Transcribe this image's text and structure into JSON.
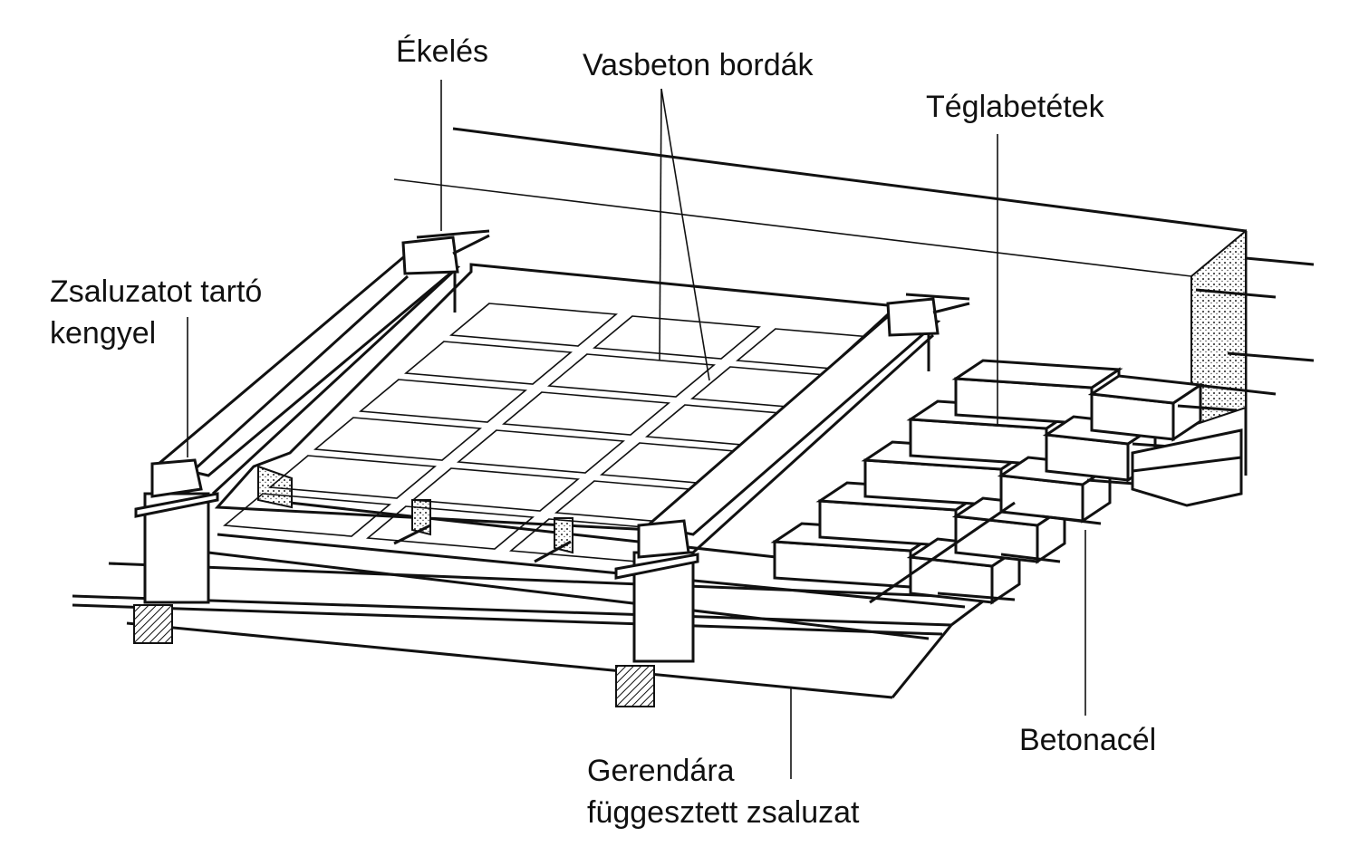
{
  "labels": {
    "wedging": "Ékelés",
    "ribs": "Vasbeton bordák",
    "brick_inserts": "Téglabetétek",
    "stirrup_line1": "Zsaluzatot tartó",
    "stirrup_line2": "kengyel",
    "rebar": "Betonacél",
    "formwork_line1": "Gerendára",
    "formwork_line2": "függesztett zsaluzat"
  }
}
